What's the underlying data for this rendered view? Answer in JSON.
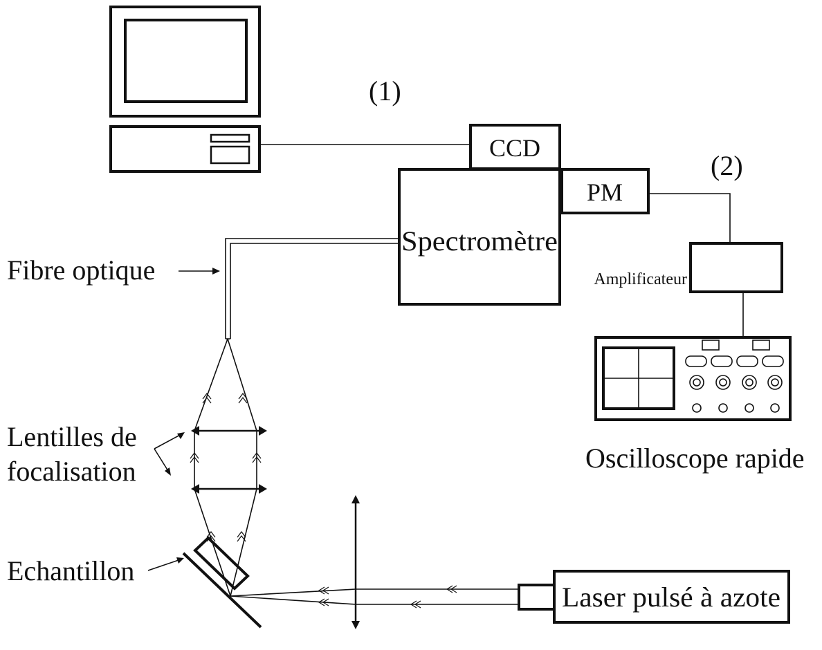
{
  "labels": {
    "path_1": "(1)",
    "path_2": "(2)",
    "ccd": "CCD",
    "pm": "PM",
    "spectrometer": "Spectromètre",
    "amplifier": "Amplificateur",
    "fiber": "Fibre optique",
    "lenses_line1": "Lentilles de",
    "lenses_line2": "focalisation",
    "oscilloscope": "Oscilloscope rapide",
    "sample": "Echantillon",
    "laser": "Laser pulsé à azote"
  },
  "icons": [
    "computer-icon",
    "oscilloscope-icon",
    "lens-icon",
    "sample-icon",
    "laser-icon"
  ]
}
